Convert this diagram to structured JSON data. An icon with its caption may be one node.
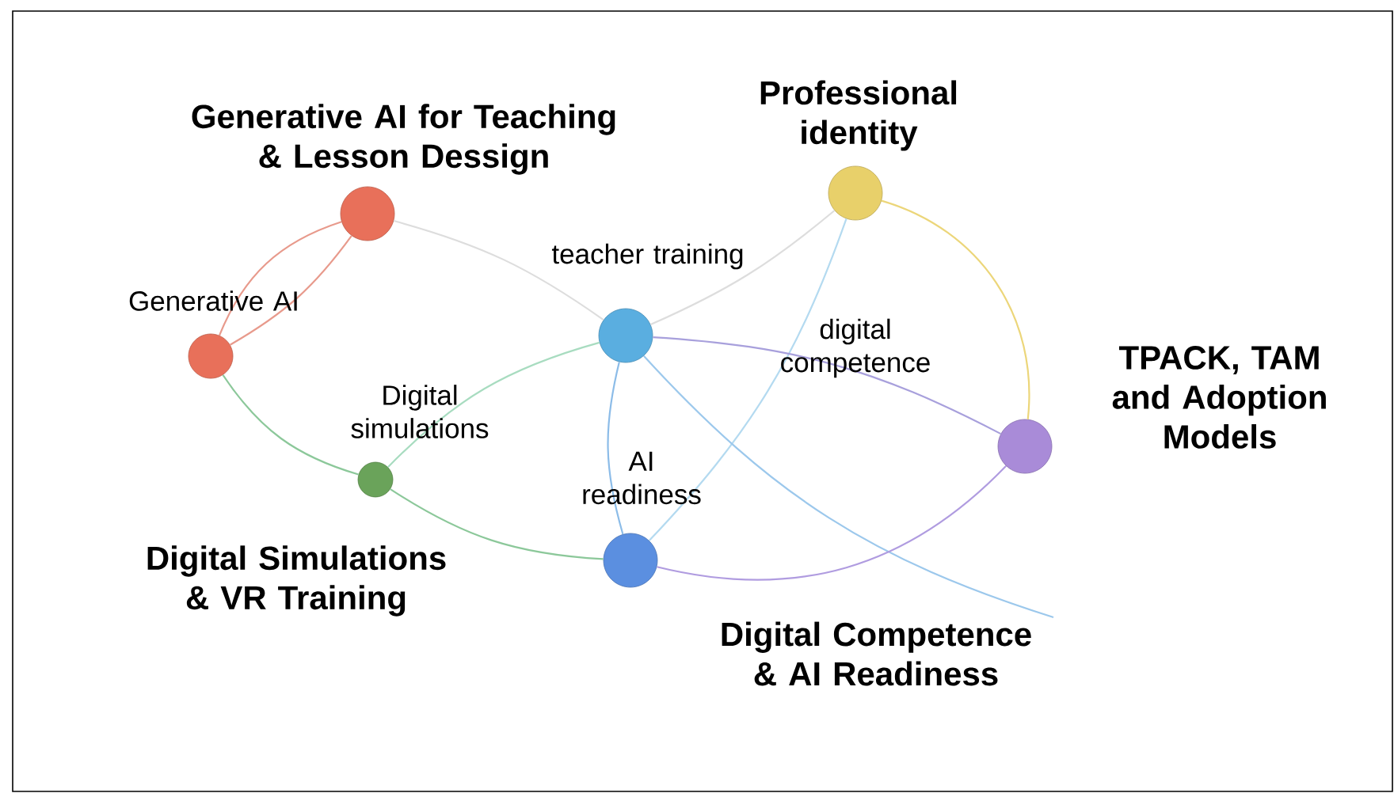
{
  "diagram": {
    "nodes": [
      {
        "text": [
          "Generative AI for Teaching & Lesson Dessign"
        ]
      },
      {
        "text": [
          "Professional identity"
        ]
      },
      {
        "text": [],
        "shape": "circle"
      },
      {
        "text": [],
        "shape": "circle"
      },
      {
        "text": [
          "Digital Simulations & VR Training"
        ]
      },
      {
        "text": [
          "TPACK, TAM and Adoption Models"
        ]
      },
      {
        "text": [
          "Digital Competence & AI Readiness"
        ]
      }
    ],
    "edges": [
      {
        "from": 2,
        "to": 0,
        "arrow": "none",
        "color": "#e89a8c"
      },
      {
        "from": 2,
        "to": 0,
        "arrow": "none",
        "color": "#e89a8c"
      },
      {
        "from": 0,
        "to": 3,
        "arrow": "none",
        "color": "#dddddd"
      },
      {
        "from": 2,
        "to": 4,
        "arrow": "none",
        "color": "#8cc89a"
      },
      {
        "from": 4,
        "to": 3,
        "arrow": "none",
        "color": "#a8dcc0"
      },
      {
        "from": 4,
        "to": 6,
        "arrow": "none",
        "color": "#8cc89a"
      },
      {
        "from": 3,
        "to": 1,
        "arrow": "none",
        "color": "#dddddd"
      },
      {
        "from": 1,
        "to": 5,
        "arrow": "none",
        "color": "#ecd67a"
      },
      {
        "from": 1,
        "to": 6,
        "arrow": "none",
        "color": "#b4daf0"
      },
      {
        "from": 3,
        "to": 5,
        "arrow": "none",
        "color": "#a8a0dc"
      },
      {
        "from": 3,
        "to": 6,
        "arrow": "none",
        "color": "#8cbce8"
      },
      {
        "from": 3,
        "to": null,
        "arrow": "none",
        "color": "#9cc8ec"
      },
      {
        "from": 6,
        "to": 5,
        "arrow": "none",
        "color": "#b09ce0"
      }
    ],
    "labels": [
      "Generative AI",
      "teacher training",
      "Digital simulations",
      "digital competence",
      "AI readiness"
    ]
  }
}
